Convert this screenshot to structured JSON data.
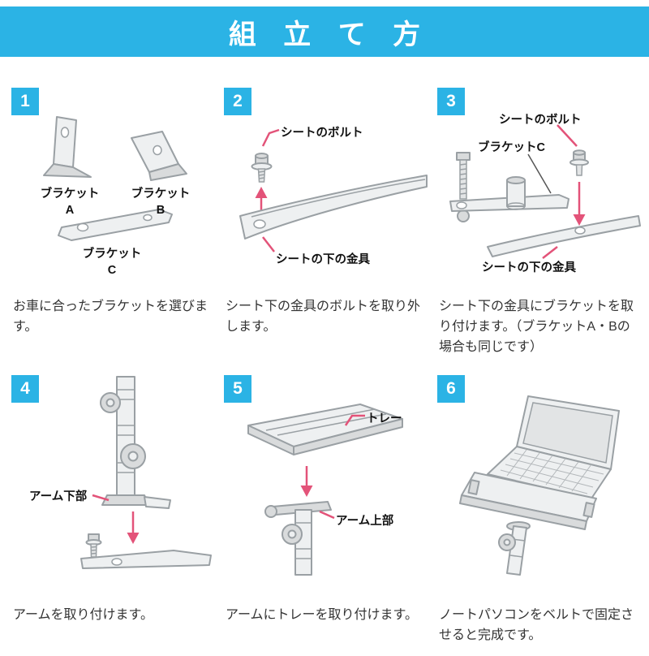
{
  "page": {
    "title": "組 立 て 方"
  },
  "colors": {
    "accent_cyan": "#2bb3e5",
    "accent_pink": "#e35379",
    "text": "#333333",
    "line_art": "#9aa0a4"
  },
  "steps": [
    {
      "number": "1",
      "caption": "お車に合ったブラケットを選びます。",
      "labels": {
        "bracket_a_1": "ブラケット",
        "bracket_a_2": "A",
        "bracket_b_1": "ブラケット",
        "bracket_b_2": "B",
        "bracket_c_1": "ブラケット",
        "bracket_c_2": "C"
      }
    },
    {
      "number": "2",
      "caption": "シート下の金具のボルトを取り外します。",
      "labels": {
        "seat_bolt": "シートのボルト",
        "seat_fitting": "シートの下の金具"
      }
    },
    {
      "number": "3",
      "caption": "シート下の金具にブラケットを取り付けます。（ブラケットA・Bの場合も同じです）",
      "labels": {
        "seat_bolt": "シートのボルト",
        "bracket_c": "ブラケットC",
        "seat_fitting": "シートの下の金具"
      }
    },
    {
      "number": "4",
      "caption": "アームを取り付けます。",
      "labels": {
        "arm_lower": "アーム下部"
      }
    },
    {
      "number": "5",
      "caption": "アームにトレーを取り付けます。",
      "labels": {
        "tray": "トレー",
        "arm_upper": "アーム上部"
      }
    },
    {
      "number": "6",
      "caption": "ノートパソコンをベルトで固定させると完成です。",
      "labels": {}
    }
  ]
}
